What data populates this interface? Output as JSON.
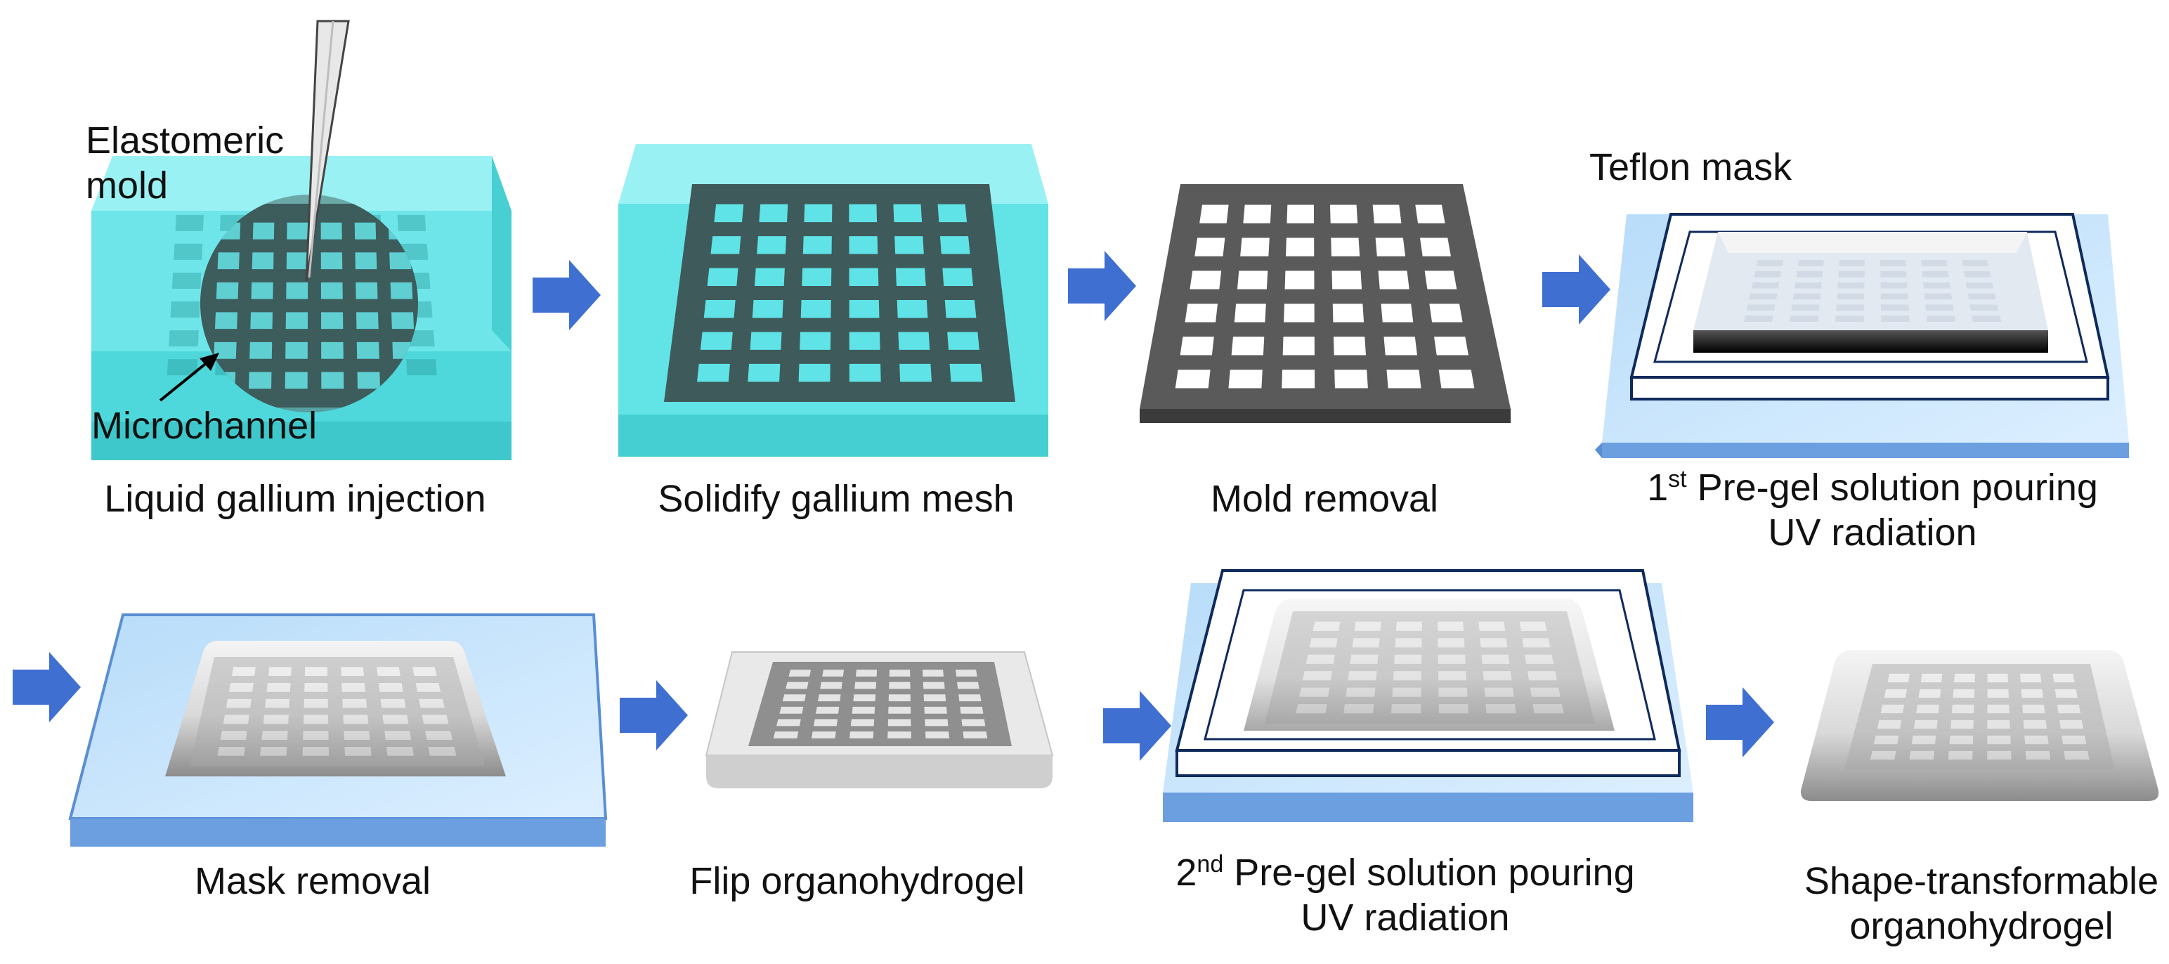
{
  "colors": {
    "mold": "#5fe3e6",
    "mold_edge": "#45c9cc",
    "gallium": "#4a4a4a",
    "gallium_light": "#6a6a6a",
    "arrow": "#3f6fd1",
    "substrate": "#c9e4fb",
    "substrate_edge": "#6b9fe0",
    "gel": "#d8d8d8"
  },
  "labels": {
    "elastomeric_mold": "Elastomeric\nmold",
    "microchannel": "Microchannel",
    "teflon_mask": "Teflon mask"
  },
  "steps": {
    "step1": "Liquid gallium injection",
    "step2": "Solidify gallium mesh",
    "step3": "Mold removal",
    "step4_ord": "1",
    "step4_sup": "st",
    "step4_line1_rest": " Pre-gel solution pouring",
    "step4_line2": "UV radiation",
    "step5": "Mask removal",
    "step6": "Flip organohydrogel",
    "step7_ord": "2",
    "step7_sup": "nd",
    "step7_line1_rest": " Pre-gel solution pouring",
    "step7_line2": "UV radiation",
    "step8_line1": "Shape-transformable",
    "step8_line2": "organohydrogel"
  }
}
